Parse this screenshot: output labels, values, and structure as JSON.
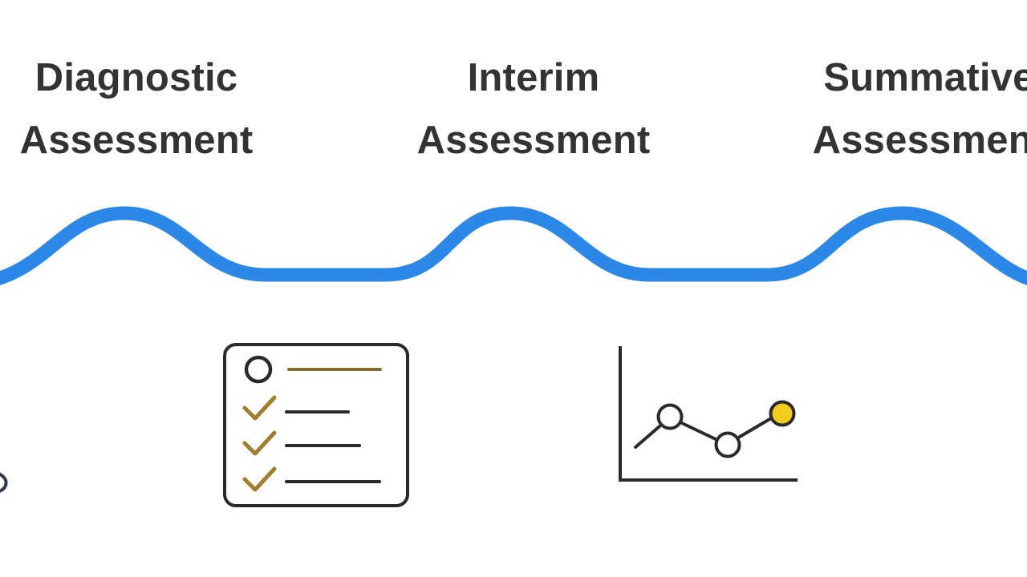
{
  "stages": [
    {
      "id": "diagnostic",
      "line1": "Diagnostic",
      "line2": "Assessment"
    },
    {
      "id": "interim",
      "line1": "Interim",
      "line2": "Assessment"
    },
    {
      "id": "summative",
      "line1": "Summative",
      "line2": "Assessment"
    }
  ],
  "icons": {
    "checklist": "checklist-icon",
    "line_chart": "line-chart-icon"
  },
  "colors": {
    "wave": "#2B88E6",
    "text": "#333333",
    "icon_stroke": "#2A2A2A",
    "accent_gold": "#F2CC1D",
    "check_gold": "#A07E2C"
  }
}
